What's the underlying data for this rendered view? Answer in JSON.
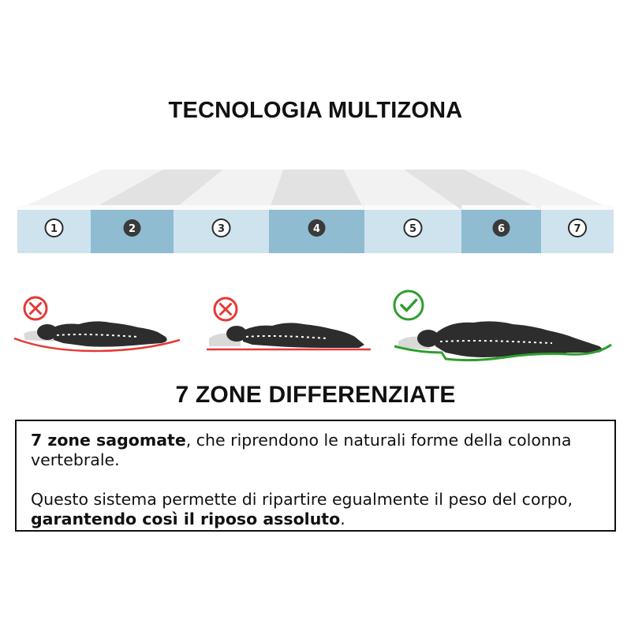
{
  "header": {
    "title": "TECNOLOGIA MULTIZONA"
  },
  "mattress": {
    "zones": [
      {
        "label": "1",
        "style": "light"
      },
      {
        "label": "2",
        "style": "dark"
      },
      {
        "label": "3",
        "style": "light"
      },
      {
        "label": "4",
        "style": "dark"
      },
      {
        "label": "5",
        "style": "light"
      },
      {
        "label": "6",
        "style": "dark"
      },
      {
        "label": "7",
        "style": "light"
      }
    ],
    "colors": {
      "light_side": "#cfe3ee",
      "dark_side": "#8fbcd1",
      "top_light": "#f2f2f2",
      "top_dark": "#e2e2e2",
      "badge_light": "#ffffff",
      "badge_dark": "#3a3a3a"
    }
  },
  "comparison": [
    {
      "status": "wrong",
      "icon": "cross-circle-icon",
      "color": "#e53935"
    },
    {
      "status": "wrong",
      "icon": "cross-circle-icon",
      "color": "#e53935"
    },
    {
      "status": "correct",
      "icon": "check-circle-icon",
      "color": "#2e9e2e"
    }
  ],
  "section": {
    "title": "7 ZONE DIFFERENZIATE"
  },
  "description": {
    "p1_bold": "7 zone sagomate",
    "p1_rest": ", che riprendono le naturali forme della colonna vertebrale.",
    "p2_start": "Questo sistema permette di ripartire egualmente il peso del corpo, ",
    "p2_bold": "garantendo così il riposo assoluto",
    "p2_end": "."
  }
}
